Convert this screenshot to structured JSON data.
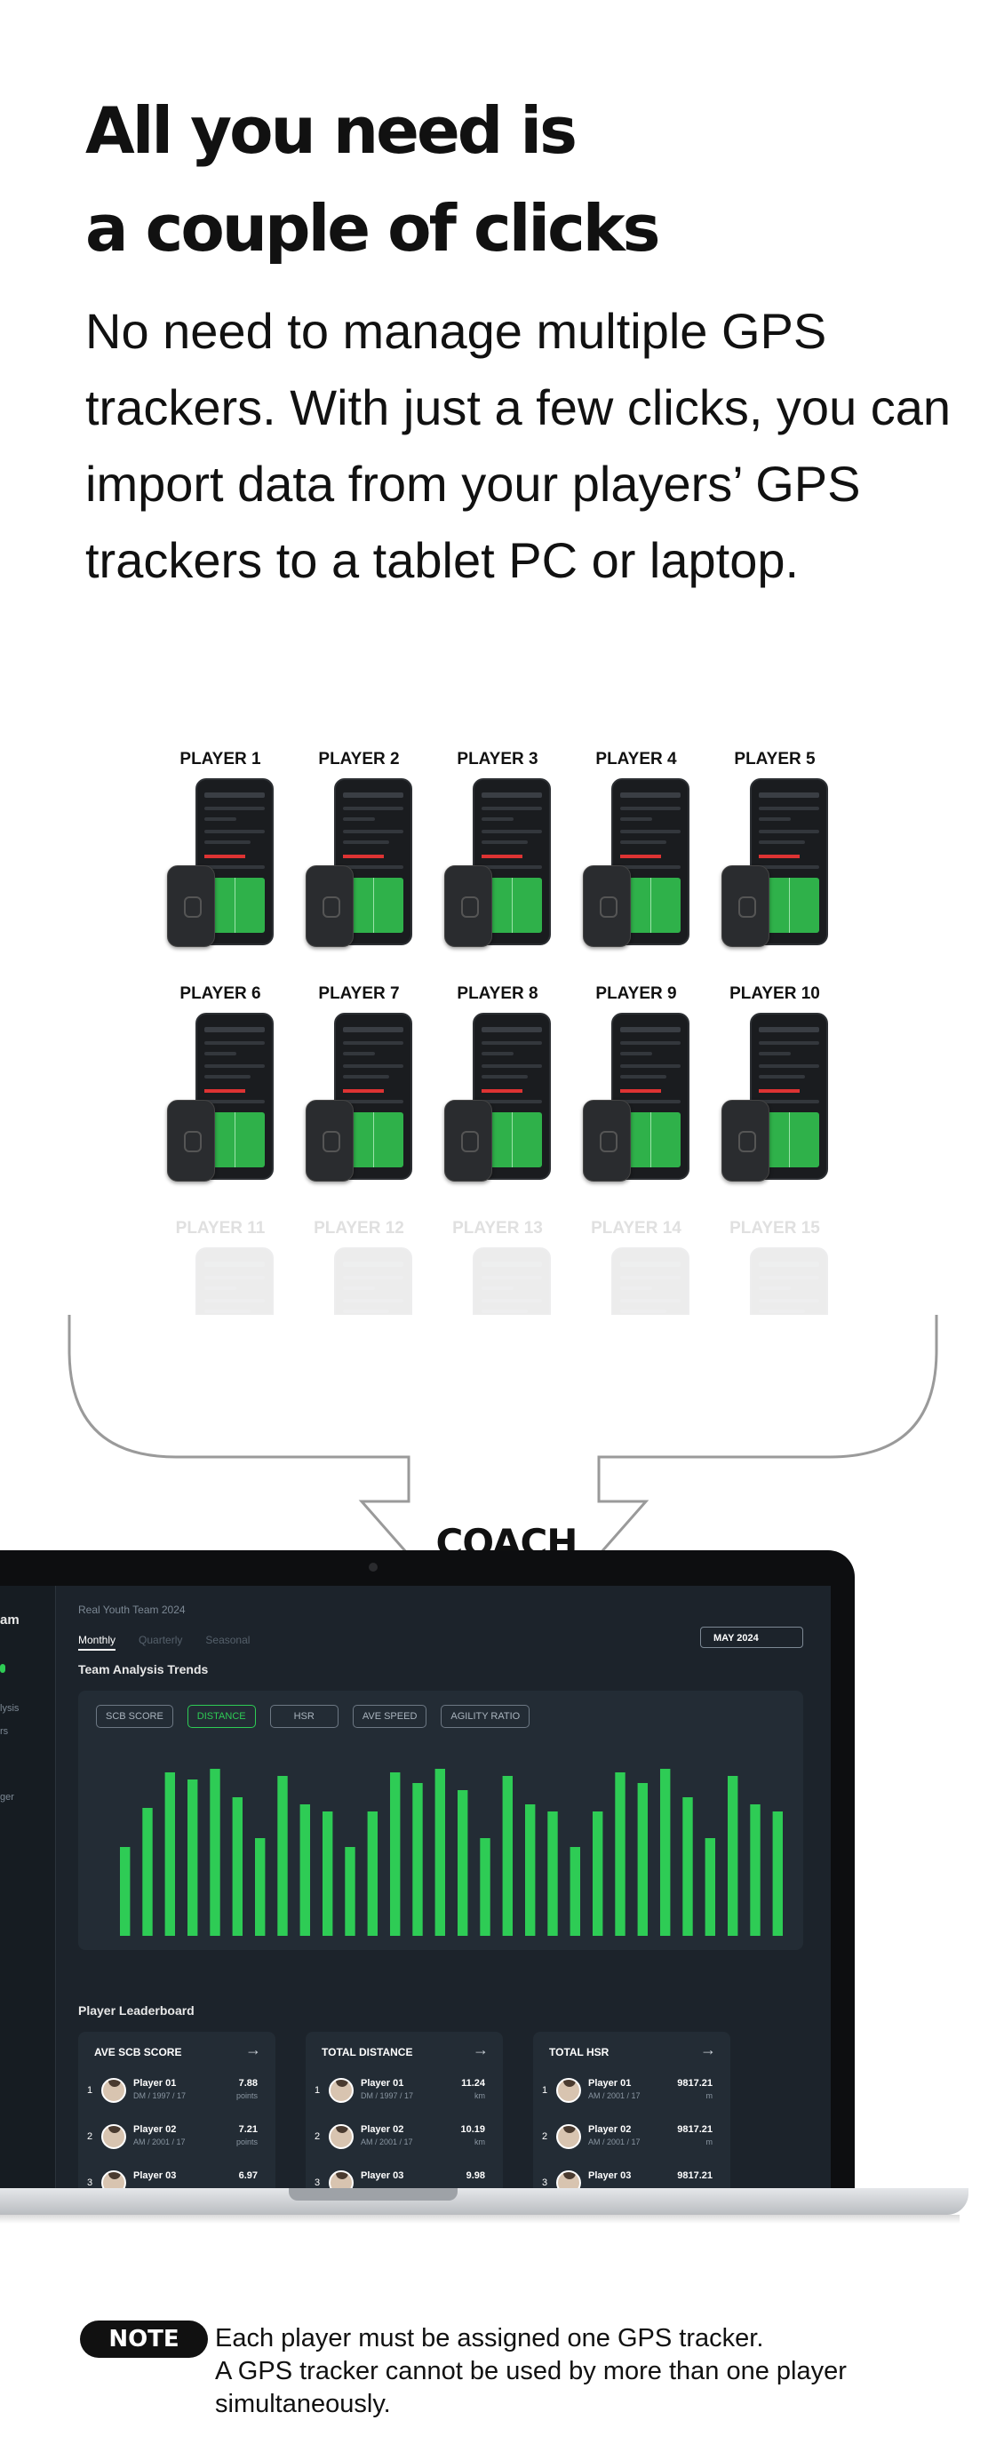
{
  "headline": {
    "line1": "All you need is",
    "line2": "a couple of clicks"
  },
  "description": "No need to manage multiple GPS trackers. With just a few clicks, you can import data from your players’ GPS trackers to a tablet PC or laptop.",
  "players": [
    {
      "label": "PLAYER 1"
    },
    {
      "label": "PLAYER 2"
    },
    {
      "label": "PLAYER 3"
    },
    {
      "label": "PLAYER 4"
    },
    {
      "label": "PLAYER 5"
    },
    {
      "label": "PLAYER 6"
    },
    {
      "label": "PLAYER 7"
    },
    {
      "label": "PLAYER 8"
    },
    {
      "label": "PLAYER 9"
    },
    {
      "label": "PLAYER 10"
    },
    {
      "label": "PLAYER 11"
    },
    {
      "label": "PLAYER 12"
    },
    {
      "label": "PLAYER 13"
    },
    {
      "label": "PLAYER 14"
    },
    {
      "label": "PLAYER 15"
    }
  ],
  "coach_label": "COACH",
  "dashboard": {
    "sidebar": {
      "title": "am",
      "items": [
        "lysis",
        "rs",
        "ger"
      ]
    },
    "team_name": "Real Youth Team 2024",
    "tabs": [
      "Monthly",
      "Quarterly",
      "Seasonal"
    ],
    "month": "MAY 2024",
    "trends_title": "Team Analysis Trends",
    "filters": [
      "SCB SCORE",
      "DISTANCE",
      "HSR",
      "AVE SPEED",
      "AGILITY RATIO"
    ],
    "active_filter": "DISTANCE",
    "leaderboard_title": "Player Leaderboard",
    "leaderboards": [
      {
        "title": "AVE SCB SCORE",
        "rows": [
          {
            "rank": "1",
            "name": "Player 01",
            "meta": "DM / 1997 / 17",
            "value": "7.88",
            "unit": "points"
          },
          {
            "rank": "2",
            "name": "Player 02",
            "meta": "AM / 2001 / 17",
            "value": "7.21",
            "unit": "points"
          },
          {
            "rank": "3",
            "name": "Player 03",
            "meta": "",
            "value": "6.97",
            "unit": ""
          }
        ]
      },
      {
        "title": "TOTAL DISTANCE",
        "rows": [
          {
            "rank": "1",
            "name": "Player 01",
            "meta": "DM / 1997 / 17",
            "value": "11.24",
            "unit": "km"
          },
          {
            "rank": "2",
            "name": "Player 02",
            "meta": "AM / 2001 / 17",
            "value": "10.19",
            "unit": "km"
          },
          {
            "rank": "3",
            "name": "Player 03",
            "meta": "",
            "value": "9.98",
            "unit": ""
          }
        ]
      },
      {
        "title": "TOTAL HSR",
        "rows": [
          {
            "rank": "1",
            "name": "Player 01",
            "meta": "AM / 2001 / 17",
            "value": "9817.21",
            "unit": "m"
          },
          {
            "rank": "2",
            "name": "Player 02",
            "meta": "AM / 2001 / 17",
            "value": "9817.21",
            "unit": "m"
          },
          {
            "rank": "3",
            "name": "Player 03",
            "meta": "",
            "value": "9817.21",
            "unit": ""
          }
        ]
      }
    ]
  },
  "chart_data": {
    "type": "bar",
    "values": [
      50,
      72,
      92,
      88,
      94,
      78,
      55,
      90,
      74,
      70,
      50,
      70,
      92,
      86,
      94,
      82,
      55,
      90,
      74,
      70,
      50,
      70,
      92,
      86,
      94,
      78,
      55,
      90,
      74,
      70
    ],
    "ylim": [
      0,
      100
    ],
    "color": "#2ecc55"
  },
  "note": {
    "badge": "NOTE",
    "line1": "Each player must be assigned one GPS tracker.",
    "line2": "A GPS tracker cannot be used by more than one player",
    "line3": "simultaneously."
  },
  "icons": {
    "arrow": "arrow-right-icon"
  }
}
